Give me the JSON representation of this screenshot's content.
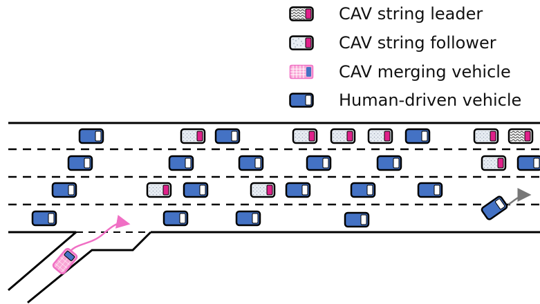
{
  "legend": {
    "items": [
      {
        "label": "CAV string leader",
        "kind": "leader"
      },
      {
        "label": "CAV string follower",
        "kind": "follower"
      },
      {
        "label": "CAV merging vehicle",
        "kind": "merging"
      },
      {
        "label": "Human-driven vehicle",
        "kind": "human"
      }
    ]
  },
  "colors": {
    "human_body": "#4472c4",
    "cav_accent": "#e0218a",
    "cav_body": "#e8edf3",
    "merge_body": "#f9a6d6",
    "merge_path": "#f06fc4",
    "road_line": "#000000",
    "exit_path": "#777777"
  },
  "icons": [
    "car-icon",
    "merge-arrow-icon",
    "exit-arrow-icon"
  ],
  "scene": {
    "lanes": 4,
    "vehicles": [
      {
        "kind": "human",
        "lane": 1,
        "order": 1
      },
      {
        "kind": "follower",
        "lane": 1,
        "order": 2
      },
      {
        "kind": "human",
        "lane": 1,
        "order": 3
      },
      {
        "kind": "follower",
        "lane": 1,
        "order": 4
      },
      {
        "kind": "follower",
        "lane": 1,
        "order": 5
      },
      {
        "kind": "follower",
        "lane": 1,
        "order": 6
      },
      {
        "kind": "human",
        "lane": 1,
        "order": 7
      },
      {
        "kind": "follower",
        "lane": 1,
        "order": 8
      },
      {
        "kind": "leader",
        "lane": 1,
        "order": 9
      },
      {
        "kind": "human",
        "lane": 2,
        "order": 1
      },
      {
        "kind": "human",
        "lane": 2,
        "order": 2
      },
      {
        "kind": "human",
        "lane": 2,
        "order": 3
      },
      {
        "kind": "human",
        "lane": 2,
        "order": 4
      },
      {
        "kind": "human",
        "lane": 2,
        "order": 5
      },
      {
        "kind": "follower",
        "lane": 2,
        "order": 6
      },
      {
        "kind": "human",
        "lane": 2,
        "order": 7
      },
      {
        "kind": "human",
        "lane": 3,
        "order": 1
      },
      {
        "kind": "follower",
        "lane": 3,
        "order": 2
      },
      {
        "kind": "human",
        "lane": 3,
        "order": 3
      },
      {
        "kind": "follower",
        "lane": 3,
        "order": 4
      },
      {
        "kind": "human",
        "lane": 3,
        "order": 5
      },
      {
        "kind": "human",
        "lane": 3,
        "order": 6
      },
      {
        "kind": "human",
        "lane": 3,
        "order": 7
      },
      {
        "kind": "human",
        "lane": 4,
        "order": 1
      },
      {
        "kind": "human",
        "lane": 4,
        "order": 2
      },
      {
        "kind": "human",
        "lane": 4,
        "order": 3
      },
      {
        "kind": "human",
        "lane": 4,
        "order": 4
      },
      {
        "kind": "merging",
        "lane": "on-ramp",
        "order": 1
      },
      {
        "kind": "human",
        "lane": "off-ramp",
        "order": 1
      }
    ]
  }
}
